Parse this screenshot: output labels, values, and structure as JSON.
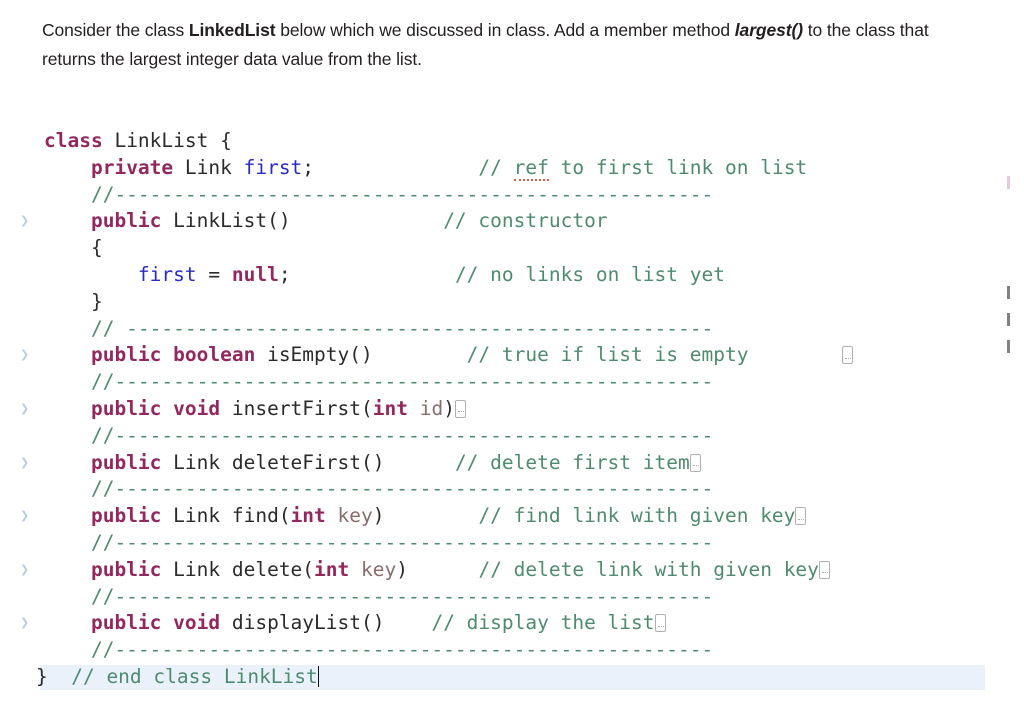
{
  "prompt": {
    "line1_a": "Consider the class ",
    "line1_bold": "LinkedList",
    "line1_b": " below which we discussed in class. Add a member method",
    "line2_bolditalic": "largest()",
    "line2_b": " to the class that returns the largest integer data value from the list."
  },
  "colors": {
    "keyword": "#93285e",
    "comment": "#4e8b6f",
    "variable": "#2a2acb",
    "parameter": "#8b6b6b",
    "plain": "#2b2b2b",
    "current_line_highlight": "#eaf1fb",
    "spellcheck_underline": "#d4604a",
    "fold_marker": "#b9cde4",
    "background": "#ffffff"
  },
  "editor": {
    "language": "java",
    "class_name": "LinkList",
    "lines": [
      {
        "n": 1,
        "fold": false,
        "current": false,
        "tokens": [
          {
            "t": "class ",
            "c": "kw"
          },
          {
            "t": "LinkList {",
            "c": "pl"
          }
        ]
      },
      {
        "n": 2,
        "fold": false,
        "current": false,
        "tokens": [
          {
            "t": "    ",
            "c": "pl"
          },
          {
            "t": "private ",
            "c": "kw"
          },
          {
            "t": "Link ",
            "c": "pl"
          },
          {
            "t": "first",
            "c": "var"
          },
          {
            "t": ";",
            "c": "pl"
          },
          {
            "t": "              ",
            "c": "pl"
          },
          {
            "t": "// ",
            "c": "cm"
          },
          {
            "t": "ref",
            "c": "cm",
            "spell": true
          },
          {
            "t": " to first link on list",
            "c": "cm"
          }
        ]
      },
      {
        "n": 3,
        "fold": false,
        "current": false,
        "tokens": [
          {
            "t": "    //---------------------------------------------------",
            "c": "cm"
          }
        ]
      },
      {
        "n": 4,
        "fold": true,
        "current": false,
        "tokens": [
          {
            "t": "    ",
            "c": "pl"
          },
          {
            "t": "public ",
            "c": "kw"
          },
          {
            "t": "LinkList()",
            "c": "pl"
          },
          {
            "t": "             ",
            "c": "pl"
          },
          {
            "t": "// constructor",
            "c": "cm"
          }
        ]
      },
      {
        "n": 5,
        "fold": false,
        "current": false,
        "tokens": [
          {
            "t": "    {",
            "c": "pl"
          }
        ]
      },
      {
        "n": 6,
        "fold": false,
        "current": false,
        "tokens": [
          {
            "t": "        ",
            "c": "pl"
          },
          {
            "t": "first",
            "c": "var"
          },
          {
            "t": " = ",
            "c": "pl"
          },
          {
            "t": "null",
            "c": "kw"
          },
          {
            "t": ";",
            "c": "pl"
          },
          {
            "t": "             ",
            "c": "pl"
          },
          {
            "t": " // no links on list yet",
            "c": "cm"
          }
        ]
      },
      {
        "n": 7,
        "fold": false,
        "current": false,
        "tokens": [
          {
            "t": "    }",
            "c": "pl"
          }
        ]
      },
      {
        "n": 8,
        "fold": false,
        "current": false,
        "tokens": [
          {
            "t": "    // --------------------------------------------------",
            "c": "cm"
          }
        ]
      },
      {
        "n": 9,
        "fold": true,
        "current": false,
        "tokens": [
          {
            "t": "    ",
            "c": "pl"
          },
          {
            "t": "public boolean ",
            "c": "kw"
          },
          {
            "t": "isEmpty()",
            "c": "pl"
          },
          {
            "t": "        ",
            "c": "pl"
          },
          {
            "t": "// true if list is empty",
            "c": "cm"
          },
          {
            "t": "        ",
            "c": "pl"
          },
          {
            "t": "",
            "c": "tofu"
          }
        ]
      },
      {
        "n": 10,
        "fold": false,
        "current": false,
        "tokens": [
          {
            "t": "    //---------------------------------------------------",
            "c": "cm"
          }
        ]
      },
      {
        "n": 11,
        "fold": true,
        "current": false,
        "tokens": [
          {
            "t": "    ",
            "c": "pl"
          },
          {
            "t": "public void ",
            "c": "kw"
          },
          {
            "t": "insertFirst(",
            "c": "pl"
          },
          {
            "t": "int ",
            "c": "kw"
          },
          {
            "t": "id",
            "c": "par"
          },
          {
            "t": ")",
            "c": "pl"
          },
          {
            "t": "",
            "c": "tofu"
          }
        ]
      },
      {
        "n": 12,
        "fold": false,
        "current": false,
        "tokens": [
          {
            "t": "    //---------------------------------------------------",
            "c": "cm"
          }
        ]
      },
      {
        "n": 13,
        "fold": true,
        "current": false,
        "tokens": [
          {
            "t": "    ",
            "c": "pl"
          },
          {
            "t": "public ",
            "c": "kw"
          },
          {
            "t": "Link deleteFirst()",
            "c": "pl"
          },
          {
            "t": "      ",
            "c": "pl"
          },
          {
            "t": "// delete first item",
            "c": "cm"
          },
          {
            "t": "",
            "c": "tofu"
          }
        ]
      },
      {
        "n": 14,
        "fold": false,
        "current": false,
        "tokens": [
          {
            "t": "    //---------------------------------------------------",
            "c": "cm"
          }
        ]
      },
      {
        "n": 15,
        "fold": true,
        "current": false,
        "tokens": [
          {
            "t": "    ",
            "c": "pl"
          },
          {
            "t": "public ",
            "c": "kw"
          },
          {
            "t": "Link find(",
            "c": "pl"
          },
          {
            "t": "int ",
            "c": "kw"
          },
          {
            "t": "key",
            "c": "par"
          },
          {
            "t": ")",
            "c": "pl"
          },
          {
            "t": "        ",
            "c": "pl"
          },
          {
            "t": "// find link with given key",
            "c": "cm"
          },
          {
            "t": "",
            "c": "tofu"
          }
        ]
      },
      {
        "n": 16,
        "fold": false,
        "current": false,
        "tokens": [
          {
            "t": "    //---------------------------------------------------",
            "c": "cm"
          }
        ]
      },
      {
        "n": 17,
        "fold": true,
        "current": false,
        "tokens": [
          {
            "t": "    ",
            "c": "pl"
          },
          {
            "t": "public ",
            "c": "kw"
          },
          {
            "t": "Link delete(",
            "c": "pl"
          },
          {
            "t": "int ",
            "c": "kw"
          },
          {
            "t": "key",
            "c": "par"
          },
          {
            "t": ")",
            "c": "pl"
          },
          {
            "t": "      ",
            "c": "pl"
          },
          {
            "t": "// delete link with given key",
            "c": "cm"
          },
          {
            "t": "",
            "c": "tofu"
          }
        ]
      },
      {
        "n": 18,
        "fold": false,
        "current": false,
        "tokens": [
          {
            "t": "    //---------------------------------------------------",
            "c": "cm"
          }
        ]
      },
      {
        "n": 19,
        "fold": true,
        "current": false,
        "tokens": [
          {
            "t": "    ",
            "c": "pl"
          },
          {
            "t": "public void ",
            "c": "kw"
          },
          {
            "t": "displayList()",
            "c": "pl"
          },
          {
            "t": "    ",
            "c": "pl"
          },
          {
            "t": "// display the list",
            "c": "cm"
          },
          {
            "t": "",
            "c": "tofu"
          }
        ]
      },
      {
        "n": 20,
        "fold": false,
        "current": false,
        "tokens": [
          {
            "t": "    //---------------------------------------------------",
            "c": "cm"
          }
        ]
      },
      {
        "n": 21,
        "fold": false,
        "current": true,
        "tokens": [
          {
            "t": "} ",
            "c": "pl",
            "nudge": true
          },
          {
            "t": " // end class LinkList",
            "c": "cm"
          },
          {
            "t": "",
            "c": "caret"
          }
        ]
      }
    ]
  }
}
